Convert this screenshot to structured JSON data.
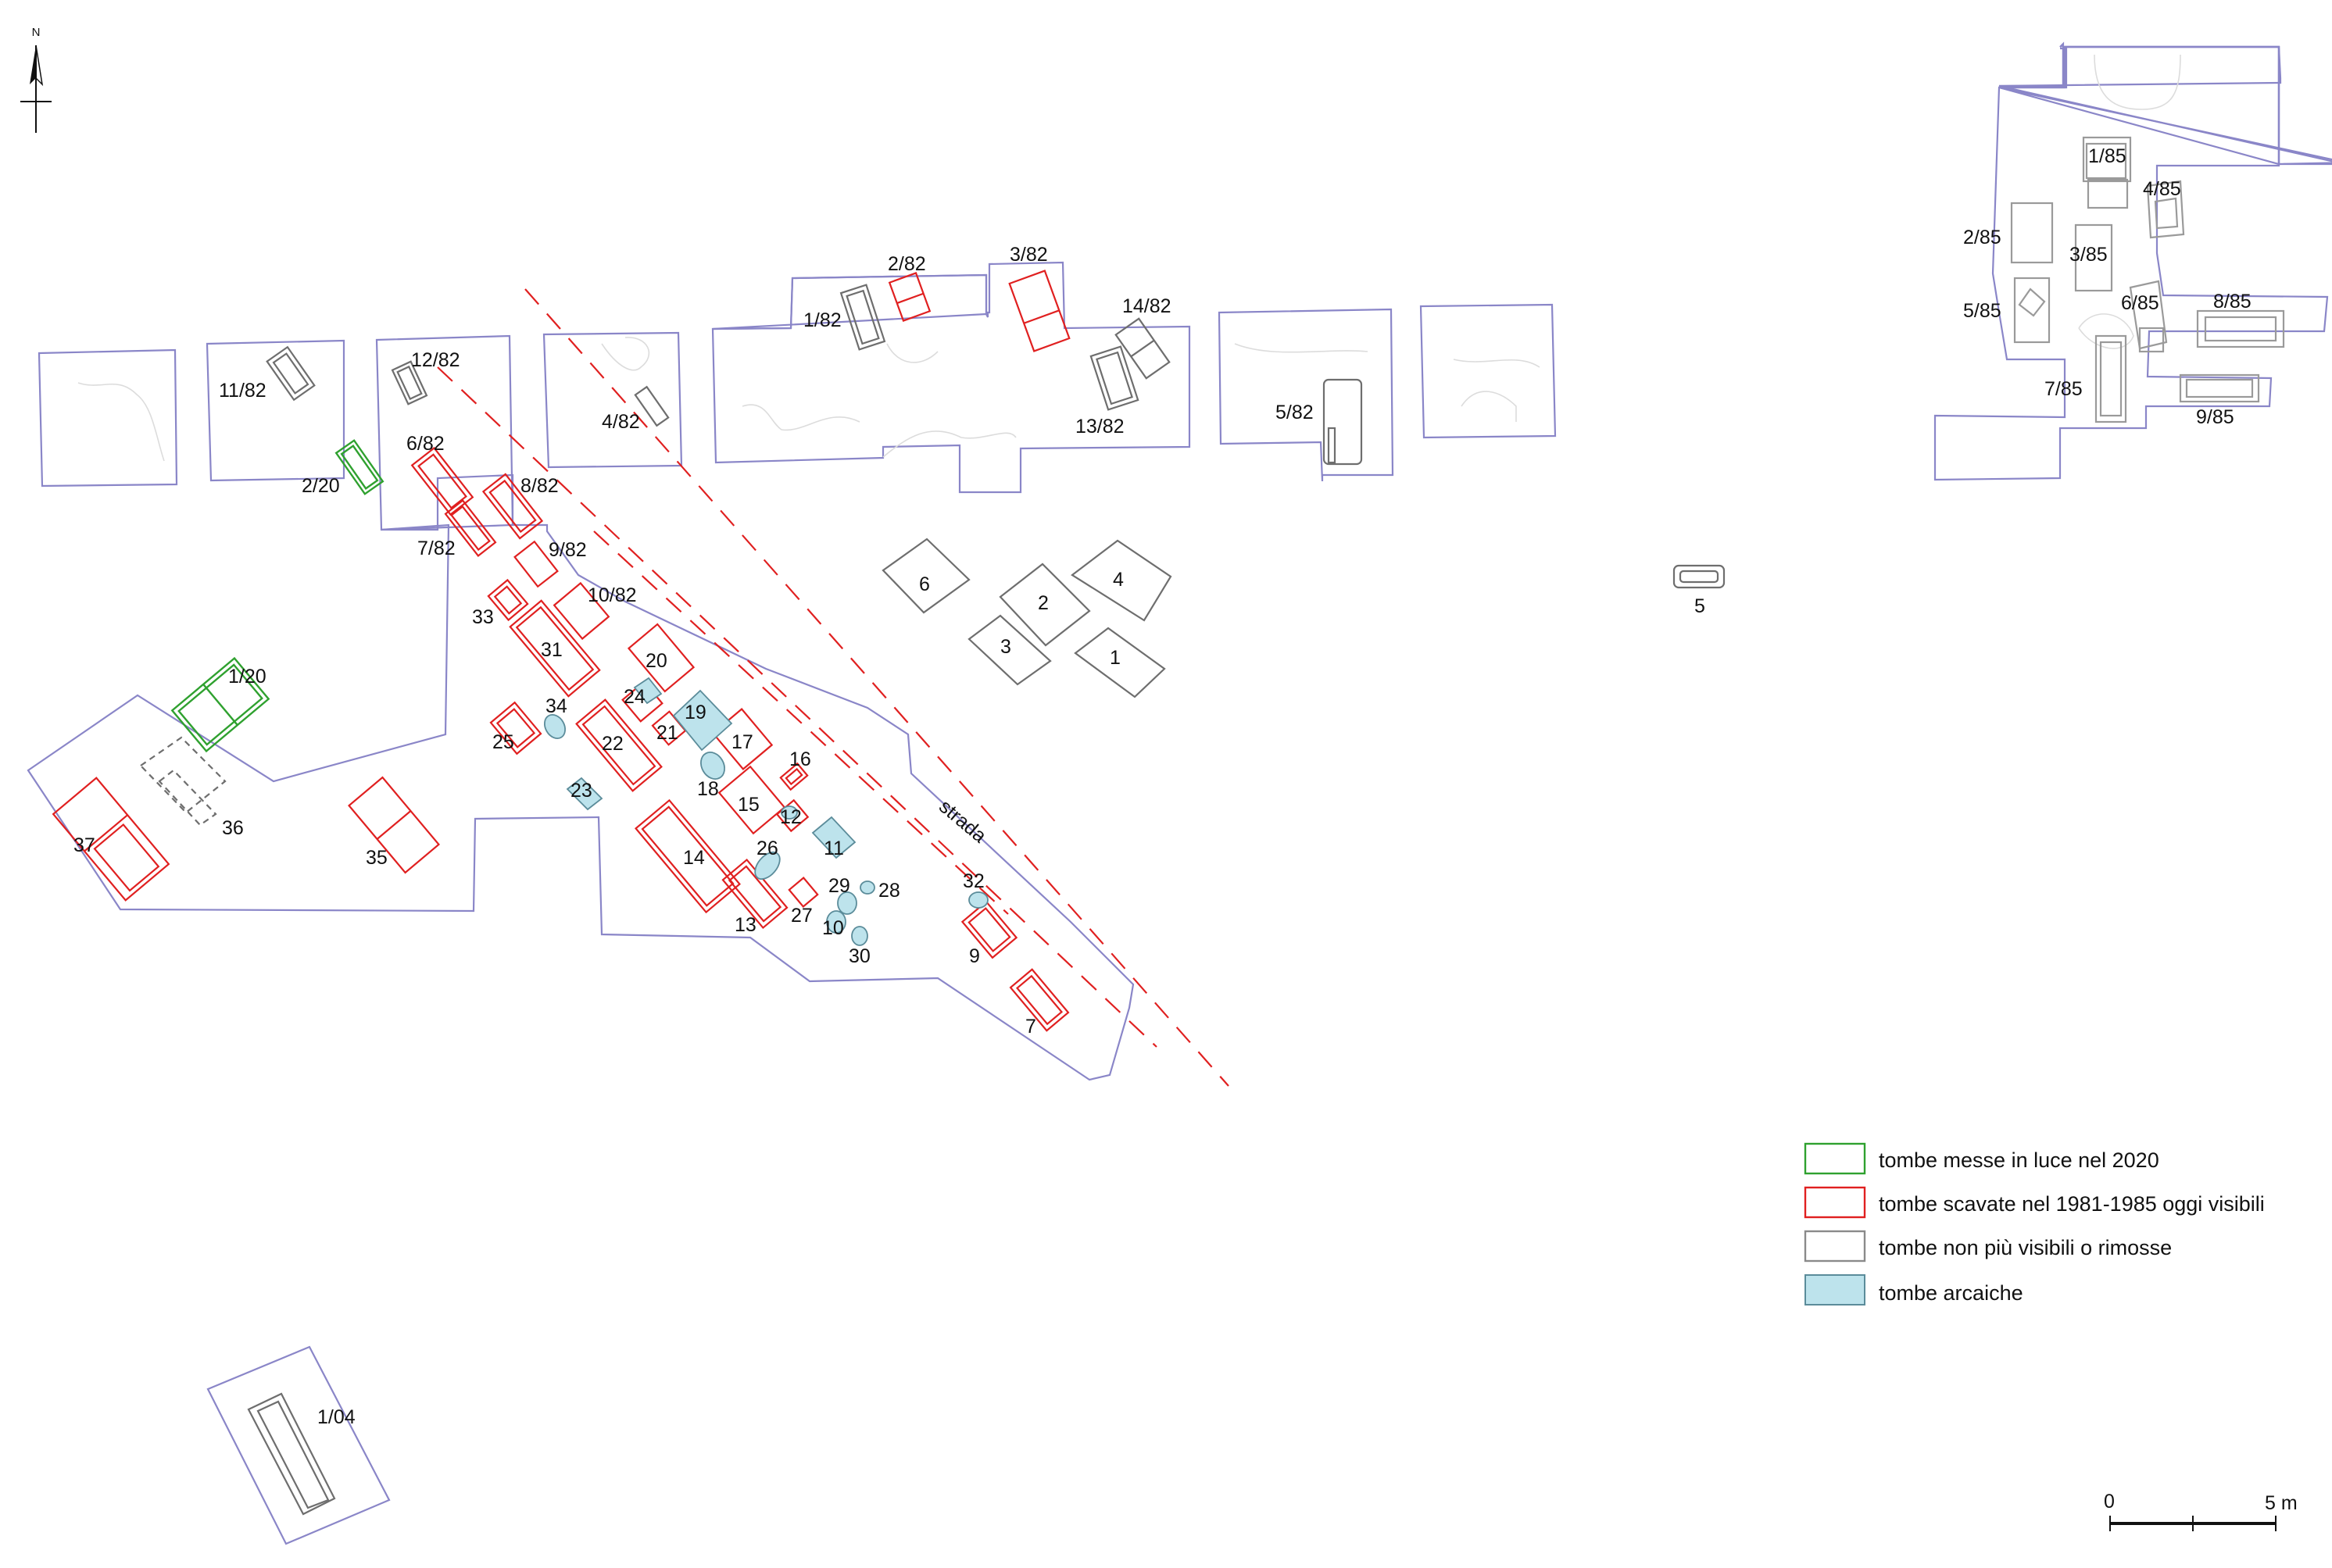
{
  "map": {
    "north_label": "N",
    "road_label": "strada",
    "scale": {
      "start": "0",
      "end": "5 m"
    },
    "legend": [
      {
        "label": "tombe messe in luce nel 2020",
        "color": "#2fa12f",
        "fill": "none"
      },
      {
        "label": "tombe scavate nel 1981-1985 oggi visibili",
        "color": "#e02020",
        "fill": "none"
      },
      {
        "label": "tombe non più visibili o rimosse",
        "color": "#8a8a8a",
        "fill": "none"
      },
      {
        "label": "tombe arcaiche",
        "color": "#5b8c9a",
        "fill": "#bde3ec"
      }
    ],
    "tomb_labels": {
      "t11_82": "11/82",
      "t12_82": "12/82",
      "t2_20": "2/20",
      "t6_82": "6/82",
      "t8_82": "8/82",
      "t7_82": "7/82",
      "t9_82": "9/82",
      "t4_82": "4/82",
      "t1_82": "1/82",
      "t2_82": "2/82",
      "t3_82": "3/82",
      "t14_82": "14/82",
      "t13_82": "13/82",
      "t5_82": "5/82",
      "t10_82": "10/82",
      "t1_20": "1/20",
      "t33": "33",
      "t31": "31",
      "t20": "20",
      "t24": "24",
      "t19": "19",
      "t34": "34",
      "t25": "25",
      "t22": "22",
      "t21": "21",
      "t17": "17",
      "t16": "16",
      "t18": "18",
      "t23": "23",
      "t15": "15",
      "t12": "12",
      "t11": "11",
      "t14": "14",
      "t26": "26",
      "t28": "28",
      "t29": "29",
      "t27": "27",
      "t13": "13",
      "t10": "10",
      "t30": "30",
      "t32": "32",
      "t9": "9",
      "t7": "7",
      "t37": "37",
      "t36": "36",
      "t35": "35",
      "t6": "6",
      "t2": "2",
      "t4": "4",
      "t3": "3",
      "t1": "1",
      "t5": "5",
      "t1_04": "1/04",
      "t1_85": "1/85",
      "t4_85": "4/85",
      "t2_85": "2/85",
      "t3_85": "3/85",
      "t5_85": "5/85",
      "t6_85": "6/85",
      "t8_85": "8/85",
      "t7_85": "7/85",
      "t9_85": "9/85"
    }
  }
}
